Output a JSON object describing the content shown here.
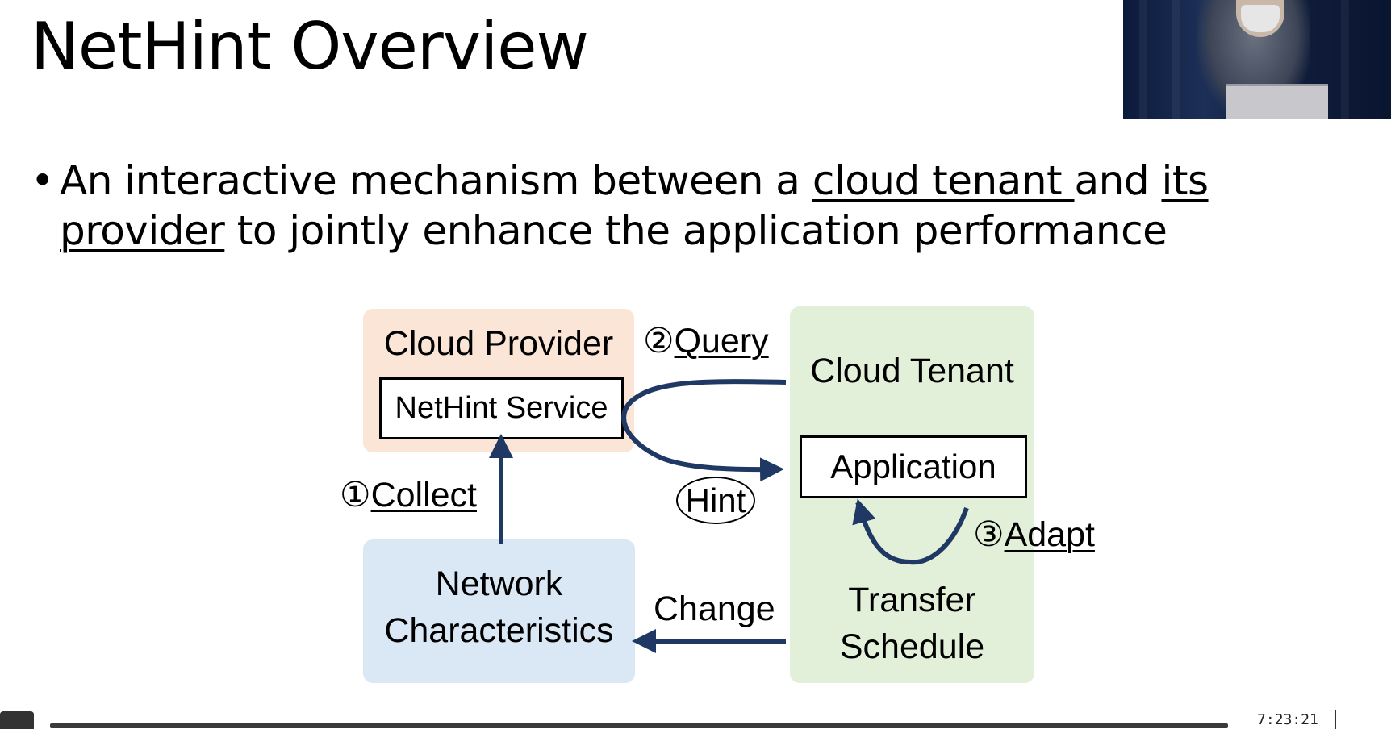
{
  "slide": {
    "title": "NetHint Overview",
    "bullet": {
      "marker": "•",
      "text_1": "An interactive mechanism between a ",
      "link_1": "cloud tenant ",
      "text_2": "and ",
      "link_2": "its provider",
      "text_3": " to jointly enhance the application performance"
    }
  },
  "diagram": {
    "provider_label": "Cloud Provider",
    "service_label": "NetHint Service",
    "tenant_label": "Cloud Tenant",
    "application_label": "Application",
    "network_label_1": "Network",
    "network_label_2": "Characteristics",
    "transfer_label_1": "Transfer",
    "transfer_label_2": "Schedule",
    "step_query_num": "②",
    "step_query": "Query",
    "step_collect_num": "①",
    "step_collect": "Collect",
    "step_adapt_num": "③",
    "step_adapt": "Adapt",
    "hint_label": "Hint",
    "change_label": "Change",
    "arrow_color": "#1f3864"
  },
  "player": {
    "timestamp": "7:23:21"
  },
  "webcam": {
    "icon": "presenter-video-feed"
  }
}
